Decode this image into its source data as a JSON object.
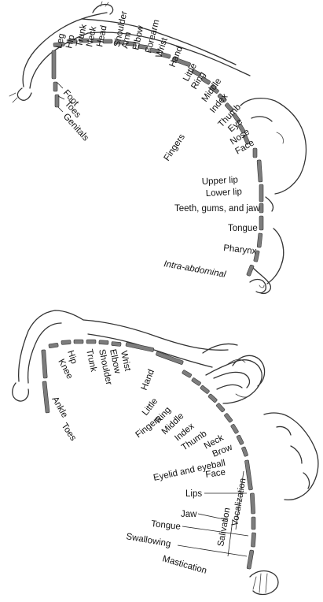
{
  "sensory": {
    "labels": [
      "Leg",
      "Hip",
      "Trunk",
      "Neck",
      "Head",
      "Shoulder",
      "Arm",
      "Elbow",
      "Forearm",
      "Wrist",
      "Hand",
      "Little",
      "Ring",
      "Middle",
      "Index",
      "Thumb",
      "Eye",
      "Nose",
      "Face",
      "Upper lip",
      "Lower lip",
      "Teeth, gums, and jaw",
      "Tongue",
      "Pharynx",
      "Intra-abdominal",
      "Foot",
      "Toes",
      "Genitals",
      "Fingers"
    ]
  },
  "motor": {
    "labels": [
      "Hip",
      "Knee",
      "Ankle",
      "Toes",
      "Trunk",
      "Shoulder",
      "Elbow",
      "Wrist",
      "Hand",
      "Little",
      "Ring",
      "Middle",
      "Index",
      "Thumb",
      "Fingers",
      "Neck",
      "Brow",
      "Eyelid and eyeball",
      "Face",
      "Lips",
      "Jaw",
      "Tongue",
      "Swallowing",
      "Mastication",
      "Salivation",
      "Vocalization"
    ]
  }
}
